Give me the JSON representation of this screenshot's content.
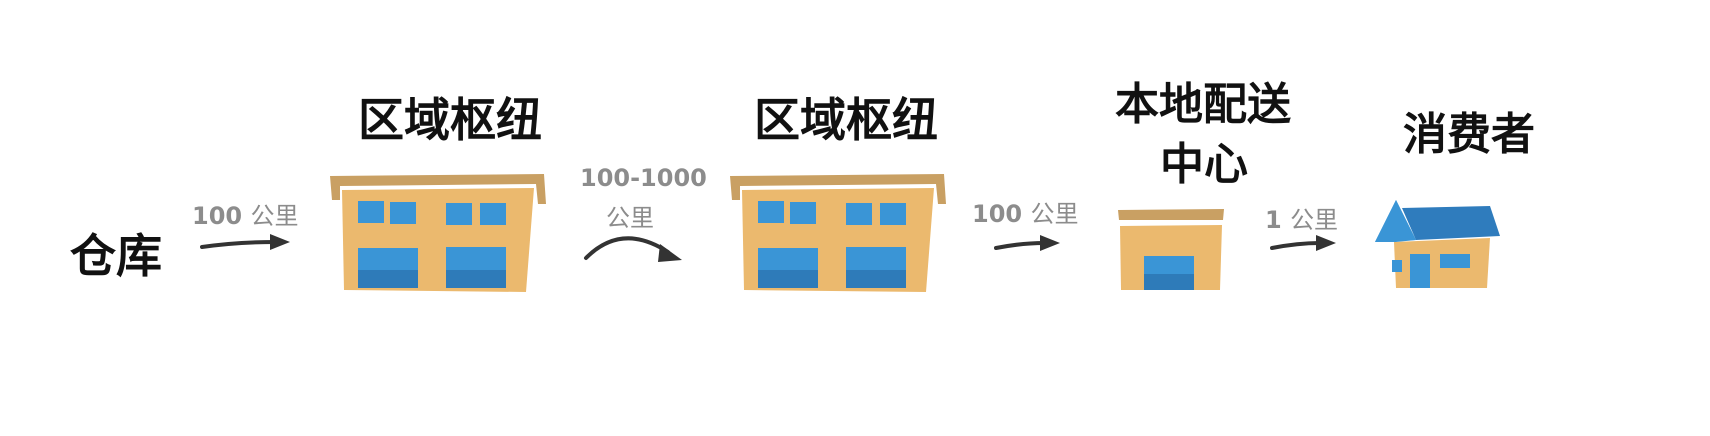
{
  "nodes": {
    "warehouse": "仓库",
    "hub1": "区域枢纽",
    "hub2": "区域枢纽",
    "local_line1": "本地配送",
    "local_line2": "中心",
    "consumer": "消费者"
  },
  "distances": {
    "d1_num": "100",
    "d1_unit": "公里",
    "d2_num": "100-1000",
    "d2_unit": "公里",
    "d3_num": "100",
    "d3_unit": "公里",
    "d4_num": "1",
    "d4_unit": "公里"
  },
  "colors": {
    "building": "#ebb96e",
    "roof": "#c9a063",
    "window_blue": "#3a95d6",
    "window_dark": "#2e7bb9",
    "house_roof": "#2f7cbd",
    "arrow": "#333333",
    "distance_text": "#8c8c8c"
  }
}
